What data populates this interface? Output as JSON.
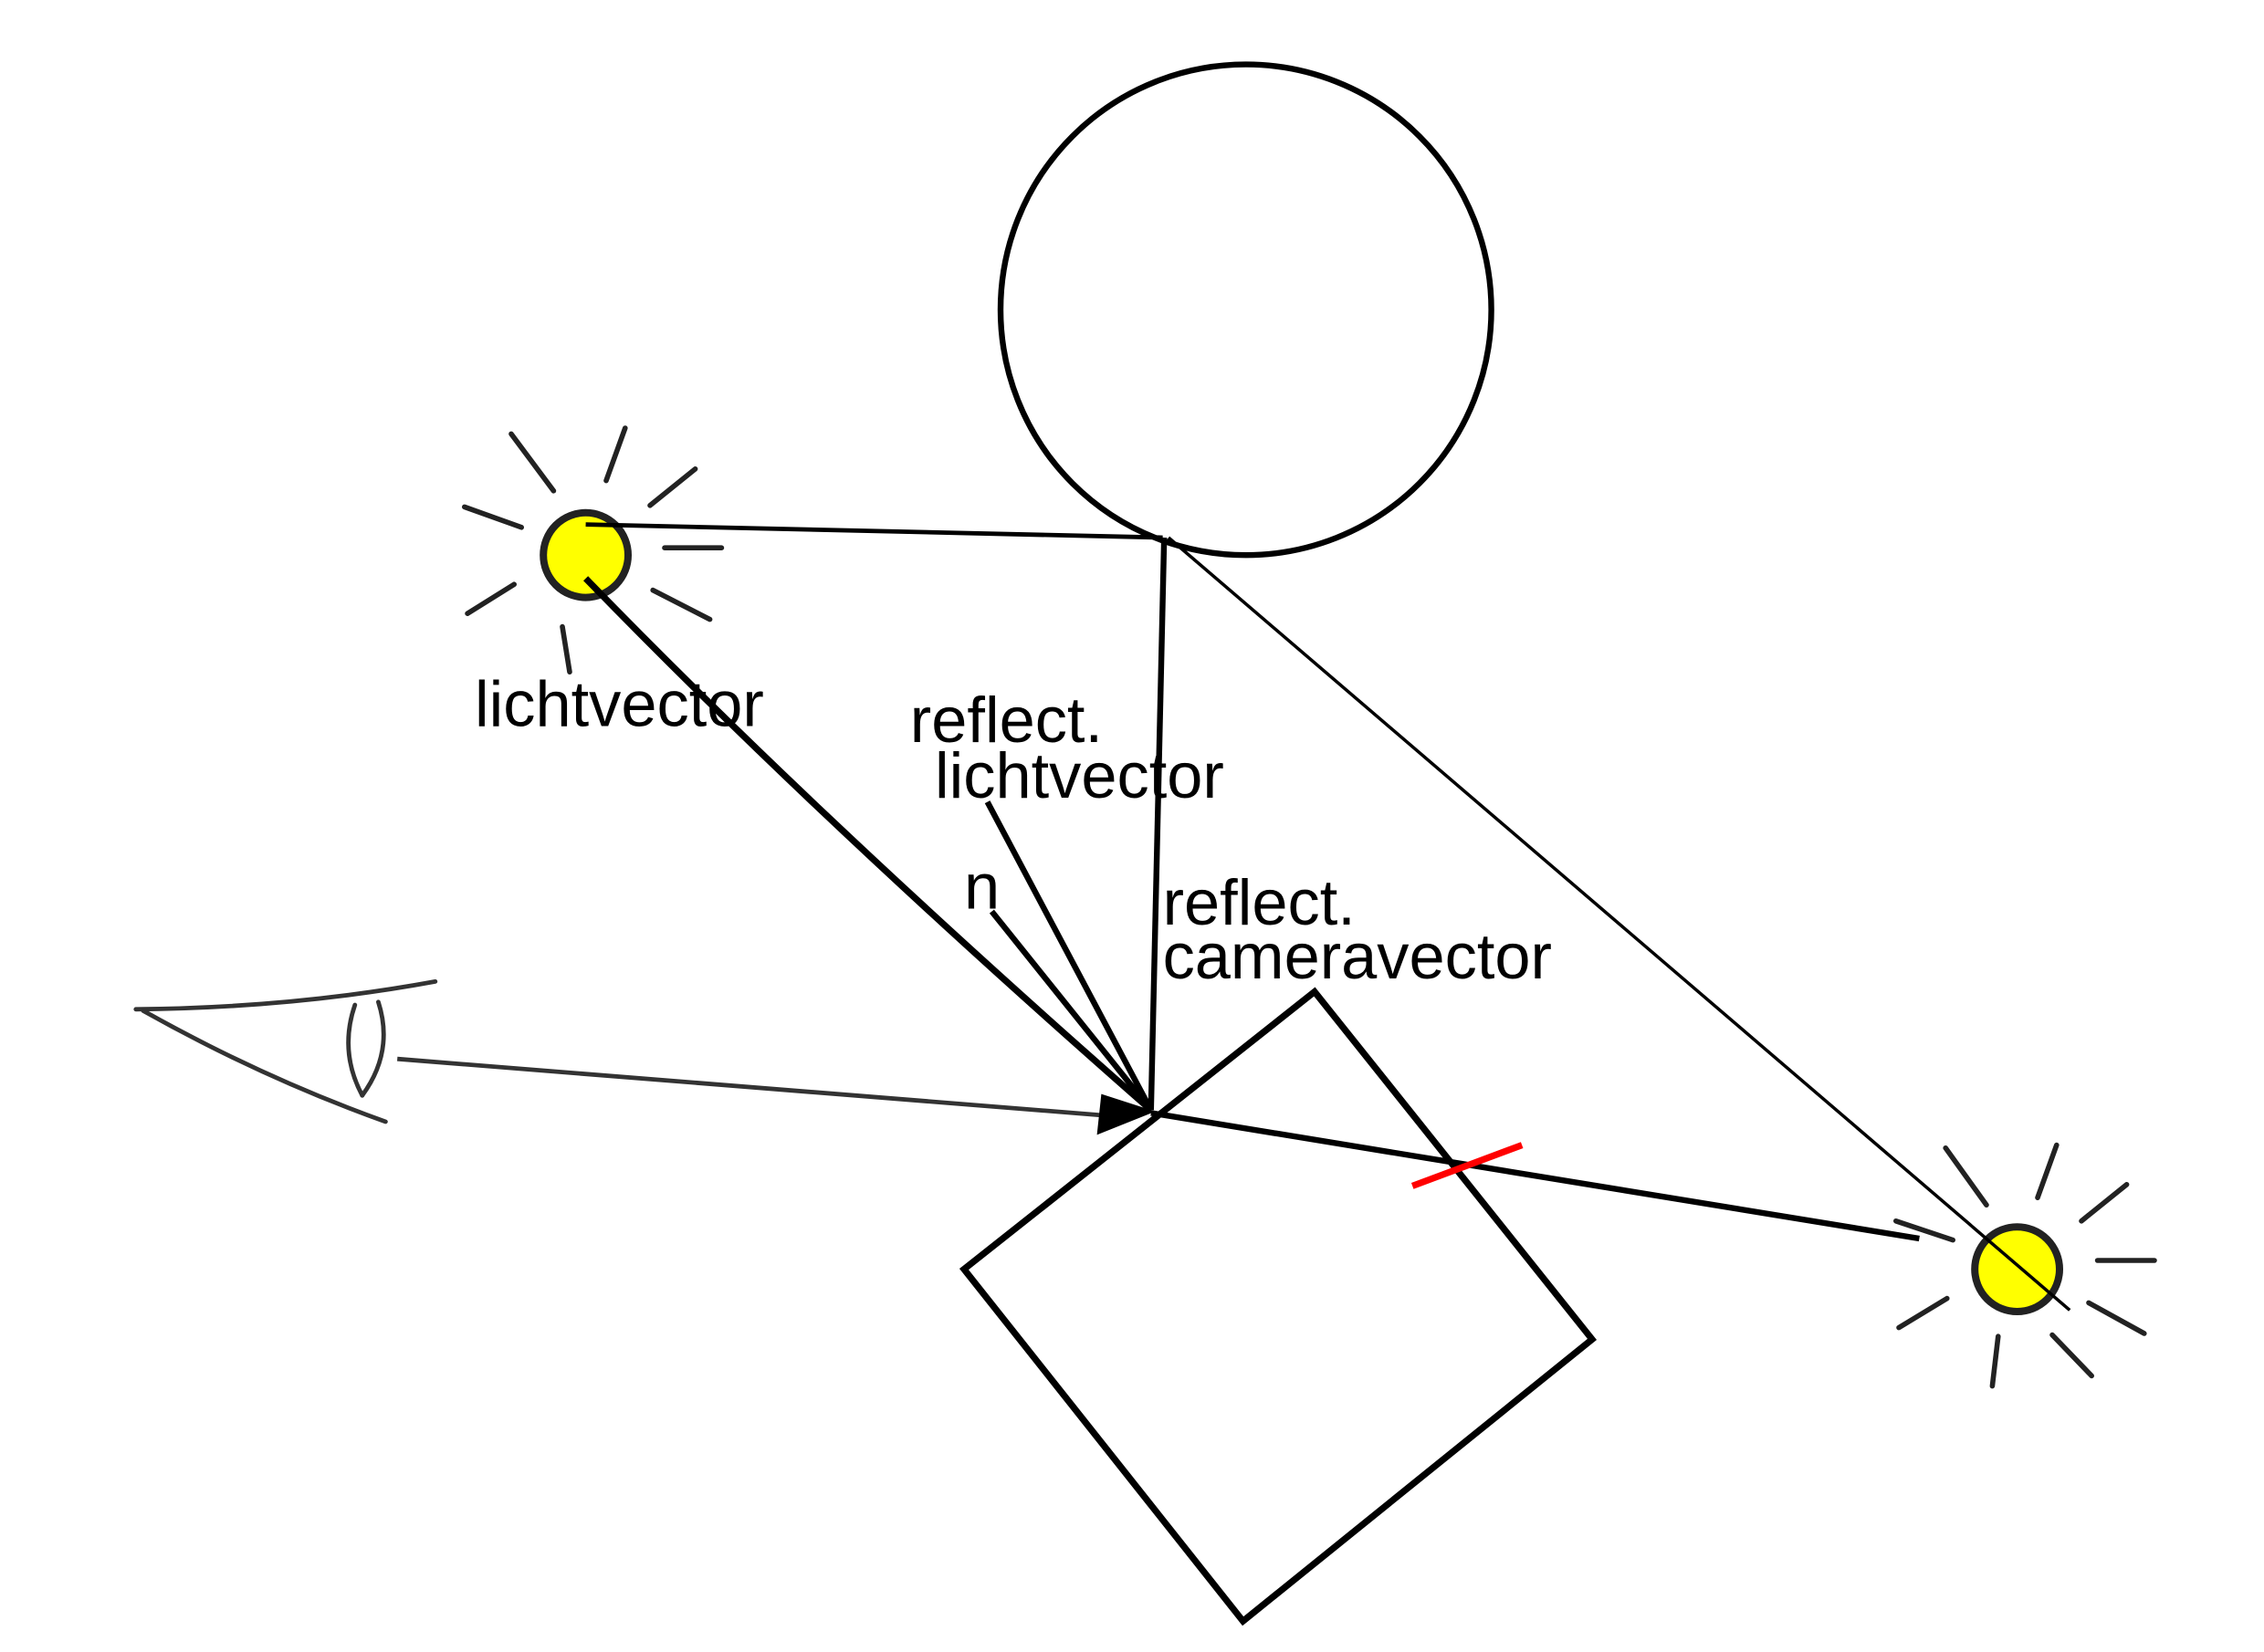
{
  "labels": {
    "light_vector": "lichtvector",
    "reflect_light_line1": "reflect.",
    "reflect_light_line2": "lichtvector",
    "normal": "n",
    "reflect_camera_line1": "reflect.",
    "reflect_camera_line2": "cameravector"
  },
  "colors": {
    "light_fill": "#ffff00",
    "stroke": "#000000",
    "blocked_mark": "#ff0000",
    "background": "#ffffff"
  },
  "icons": {
    "light_source": "sun-icon",
    "viewer": "eye-icon"
  }
}
